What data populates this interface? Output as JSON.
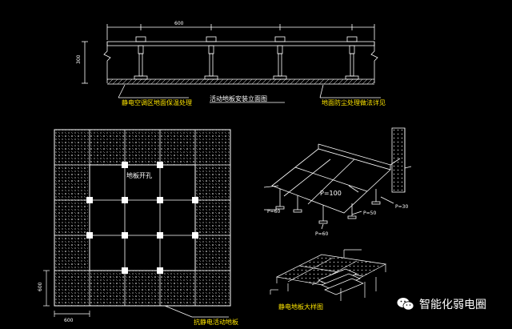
{
  "labels": {
    "elevation_title": "活动地板安装立面图",
    "elevation_left_note": "静电空调区地面保温处理",
    "elevation_right_note": "地面防尘处理做法详见",
    "plan_center_label": "地板开孔",
    "plan_bottom_note": "抗静电活动地板",
    "iso_bottom_note": "静电地板大样图",
    "iso_note_a": "P=60",
    "iso_note_b": "P=60",
    "iso_note_c": "P=50",
    "iso_note_d": "P=30",
    "iso_note_e": "P=100"
  },
  "dimensions": {
    "span": "600",
    "height": "300",
    "plan_dim_bottom": "600",
    "plan_dim_side": "600"
  },
  "watermark": {
    "text": "智能化弱电圈",
    "icon": "wechat-icon"
  },
  "colors": {
    "background": "#000000",
    "line": "#ffffff",
    "accent": "#ffe600"
  }
}
